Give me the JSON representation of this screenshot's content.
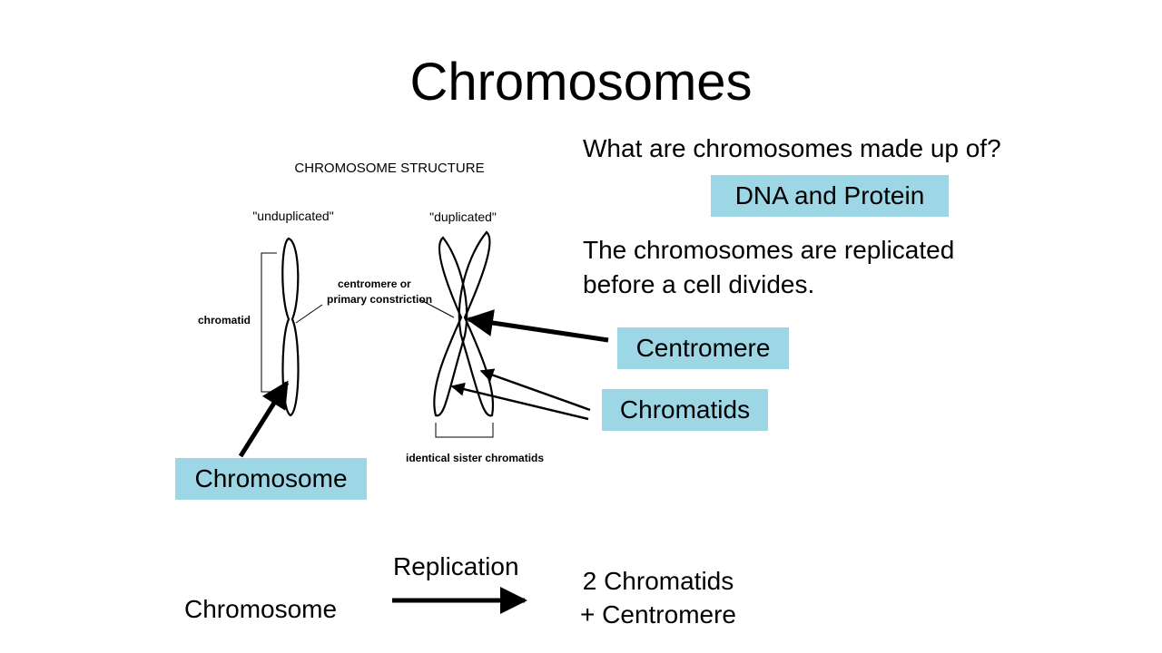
{
  "slide": {
    "title": "Chromosomes",
    "question": "What are chromosomes made up of?",
    "answer": "DNA and Protein",
    "statement": "The chromosomes are replicated before a cell divides."
  },
  "figure": {
    "heading": "CHROMOSOME STRUCTURE",
    "label_unduplicated": "\"unduplicated\"",
    "label_duplicated": "\"duplicated\"",
    "label_centromere_line1": "centromere or",
    "label_centromere_line2": "primary constriction",
    "label_chromatid": "chromatid",
    "label_sister": "identical sister chromatids"
  },
  "callouts": {
    "centromere": "Centromere",
    "chromatids": "Chromatids",
    "chromosome": "Chromosome"
  },
  "replication": {
    "arrow_label": "Replication",
    "input": "Chromosome",
    "output_line1": "2 Chromatids",
    "output_line2": "+ Centromere"
  },
  "colors": {
    "callout_fill": "#9dd7e6",
    "text": "#000000",
    "background": "#ffffff"
  }
}
